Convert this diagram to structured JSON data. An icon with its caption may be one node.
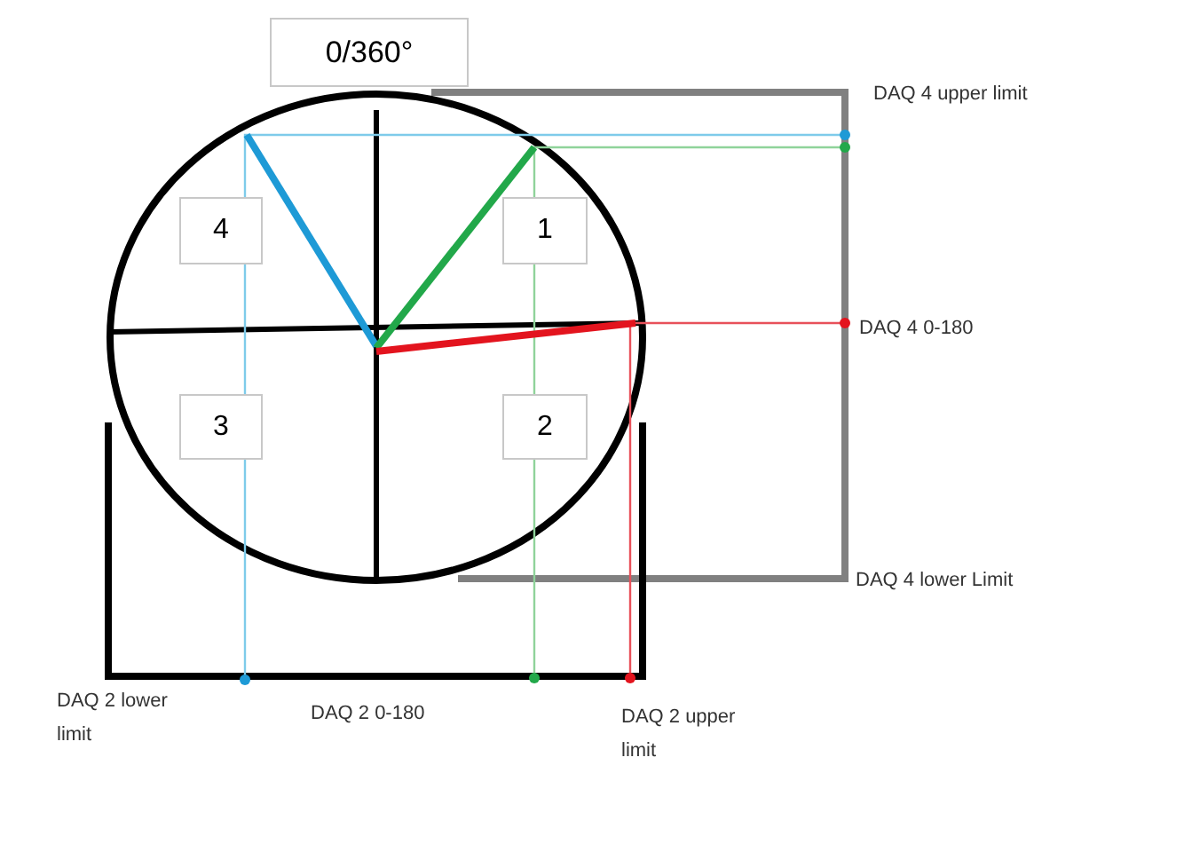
{
  "diagram": {
    "nodes": [
      {
        "text": [
          "0/360°"
        ]
      },
      {
        "text": [
          "4"
        ]
      },
      {
        "text": [
          "1"
        ]
      },
      {
        "text": [
          "3"
        ]
      },
      {
        "text": [
          "2"
        ]
      }
    ],
    "labels": [
      "DAQ 4 upper limit",
      "DAQ 4 0-180",
      "DAQ 4 lower Limit",
      "DAQ 2 lower limit",
      "DAQ 2 0-180",
      "DAQ 2 upper limit"
    ]
  }
}
